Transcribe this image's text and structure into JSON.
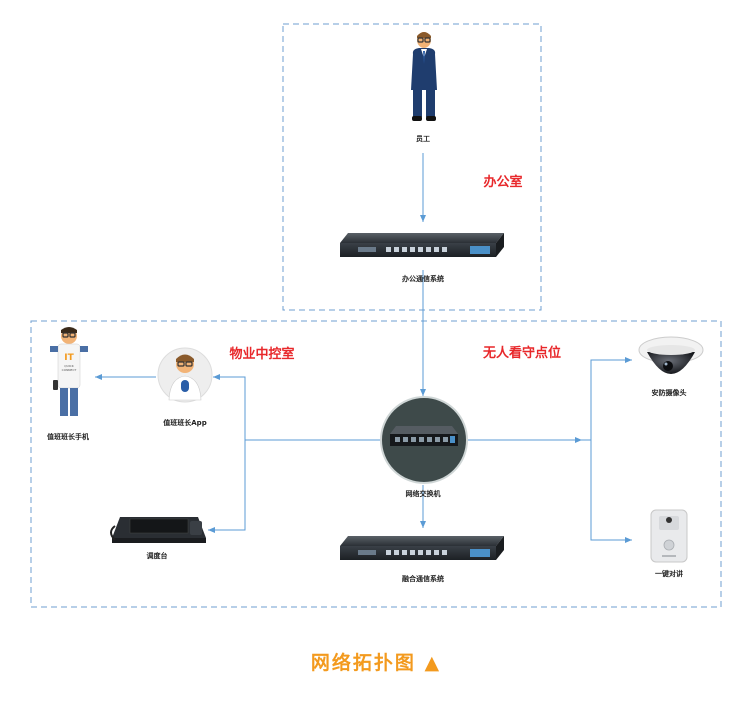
{
  "zones": {
    "office": "办公室",
    "property_control": "物业中控室",
    "unattended": "无人看守点位"
  },
  "nodes": {
    "employee": "员工",
    "office_comm": "办公通信系统",
    "switch": "网络交换机",
    "converged_comm": "融合通信系统",
    "duty_phone": "值班班长手机",
    "duty_app": "值班班长App",
    "dispatch": "调度台",
    "camera": "安防摄像头",
    "intercom": "一键对讲"
  },
  "device_badges": {
    "it_badge": "IT",
    "it_quick": "QUICK",
    "it_connect": "CONNECT"
  },
  "caption": "网络拓扑图 ▲",
  "colors": {
    "dashed_border": "#6f9fd0",
    "link": "#5b9bd5",
    "zone_text": "#e8282b",
    "caption": "#f39a1e"
  }
}
